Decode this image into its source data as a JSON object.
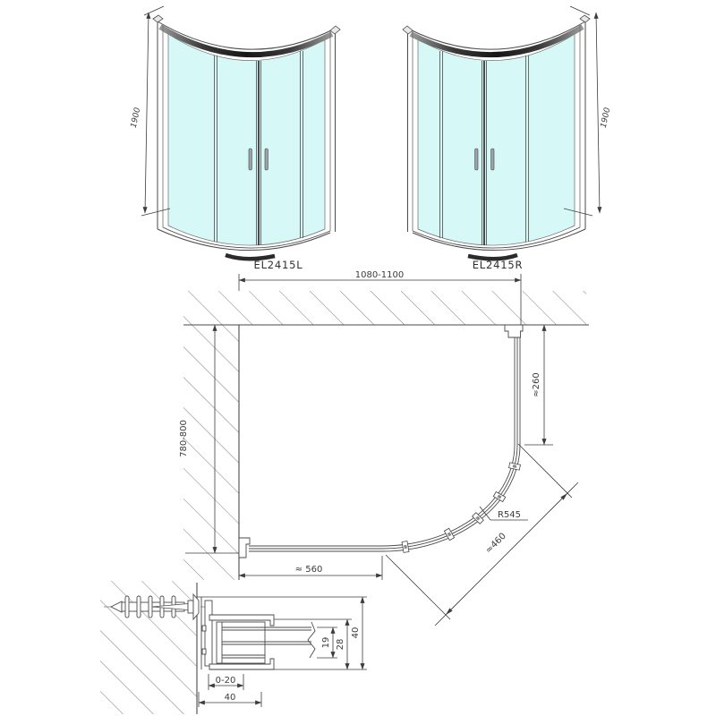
{
  "front_left": {
    "label": "EL2415L",
    "height": "1900"
  },
  "front_right": {
    "label": "EL2415R",
    "height": "1900"
  },
  "plan": {
    "width": "1080-1100",
    "depth": "780-800",
    "entry": "≈260",
    "radius": "R545",
    "diagonal": "≈460",
    "front": "≈ 560"
  },
  "section": {
    "adjustment": "0-20",
    "bottom_width": "40",
    "glass_slot": "19",
    "channel": "28",
    "height": "40"
  },
  "colors": {
    "glass": "#d6f8f7",
    "line": "#4a4a4a",
    "band_dark": "#242424"
  }
}
